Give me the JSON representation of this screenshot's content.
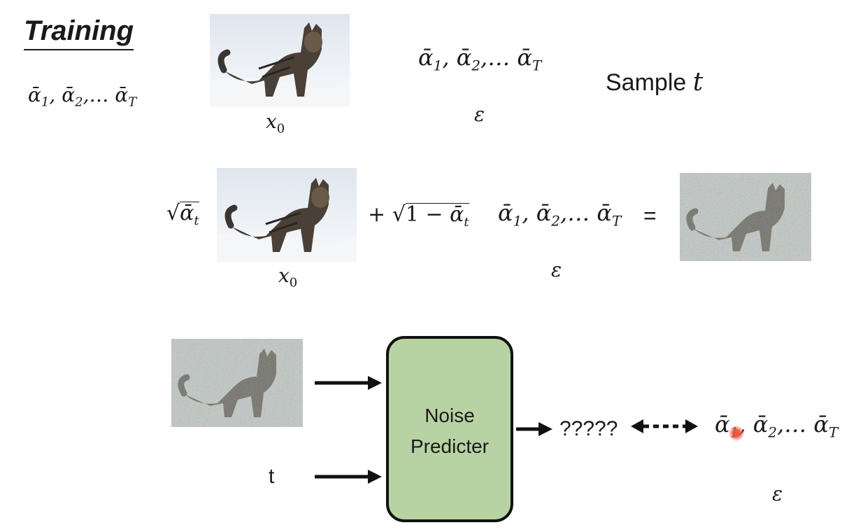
{
  "title": "Training",
  "alpha_sequence": "ᾱ₁, ᾱ₂,… ᾱ_T",
  "alpha_seq_left": [
    "ᾱ",
    "1",
    ", ",
    "ᾱ",
    "2",
    ",… ",
    "ᾱ",
    "T"
  ],
  "x0_label": [
    "x",
    "0"
  ],
  "epsilon": "ε",
  "sample_text": "Sample",
  "sample_var": "t",
  "equation": {
    "sqrt_alpha": [
      "ᾱ",
      "t"
    ],
    "plus": "+",
    "one_minus": "1 − ",
    "equals": "="
  },
  "predictor": {
    "line1": "Noise",
    "line2": "Predicter",
    "fill_color": "#b7d3a3"
  },
  "t_input": "t",
  "output_unknown": "?????",
  "icons": [
    "cat-image",
    "noisy-cat-image",
    "arrow-right",
    "double-arrow-dashed",
    "cursor-pointer"
  ]
}
